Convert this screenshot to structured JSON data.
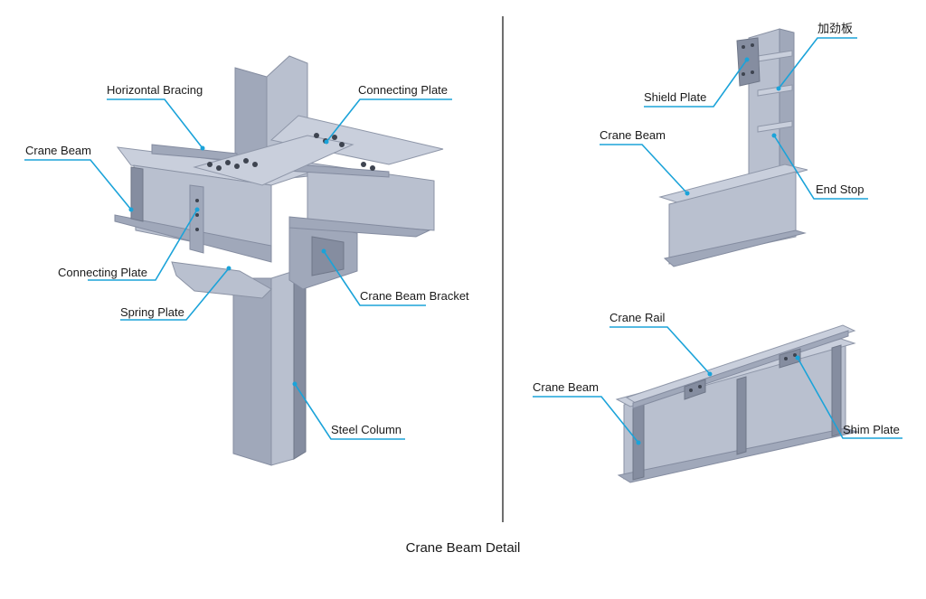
{
  "colors": {
    "steel_light": "#b5bccb",
    "steel_mid": "#9aa2b4",
    "steel_dark": "#7d8597",
    "leader_line": "#1ba3d9",
    "divider": "#6e6e6e"
  },
  "labels": {
    "horizontal_bracing": "Horizontal Bracing",
    "connecting_plate_top": "Connecting Plate",
    "crane_beam_left": "Crane Beam",
    "connecting_plate_left": "Connecting Plate",
    "spring_plate": "Spring Plate",
    "crane_beam_bracket": "Crane Beam Bracket",
    "steel_column": "Steel Column",
    "stiffener": "加劲板",
    "shield_plate": "Shield Plate",
    "crane_beam_right_top": "Crane Beam",
    "end_stop": "End Stop",
    "crane_rail": "Crane Rail",
    "crane_beam_right_bottom": "Crane Beam",
    "shim_plate": "Shim Plate"
  },
  "caption": "Crane Beam Detail"
}
